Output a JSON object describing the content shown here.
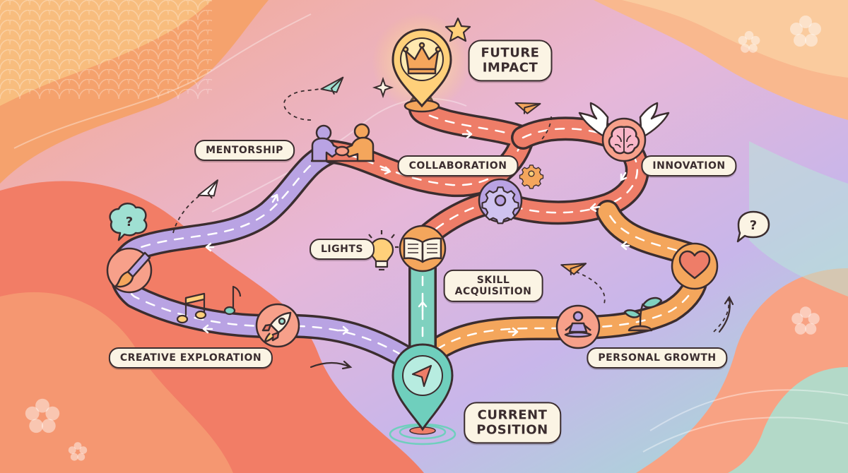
{
  "labels": {
    "future_impact": [
      "FUTURE",
      "IMPACT"
    ],
    "mentorship": "MENTORSHIP",
    "collaboration": "COLLABORATION",
    "innovation": "INNOVATION",
    "lights": "LIGHTS",
    "skill_acquisition": [
      "SKILL",
      "ACQUISITION"
    ],
    "creative_exploration": "CREATIVE EXPLORATION",
    "personal_growth": "PERSONAL GROWTH",
    "current_position": [
      "CURRENT",
      "POSITION"
    ]
  },
  "bubble_glyphs": {
    "question": "?"
  },
  "icons": {
    "start": "navigation-arrow-icon",
    "goal": "crown-icon",
    "mentorship": "handshake-people-icon",
    "innovation": "winged-brain-icon",
    "collaboration": "gear-icon",
    "skill": "open-book-icon",
    "creative": "paintbrush-icon",
    "exploration": "rocket-icon",
    "growth": "meditation-icon",
    "personal": "heart-icon",
    "lights": "lightbulb-icon"
  },
  "colors": {
    "outline": "#3b2d2f",
    "label_bg": "#fbf4e4",
    "road_purple": "#b9a3e3",
    "road_coral": "#ee7d68",
    "road_orange": "#f4a65c",
    "road_teal": "#7fd1bf",
    "node_fill": "#f7a08a",
    "pin_teal": "#6fcfbd",
    "pin_gold": "#ffd07a"
  }
}
